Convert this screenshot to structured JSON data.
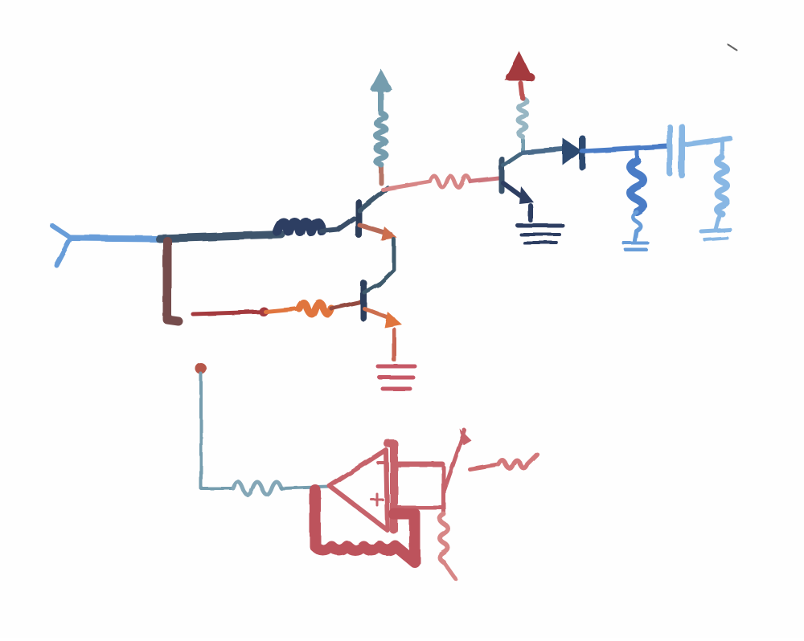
{
  "diagram": {
    "style": "watercolor schematic",
    "background": "#fefefe",
    "palette": {
      "light_blue": "#5b95d6",
      "steel_blue": "#6b95a8",
      "dark_navy": "#253a5e",
      "mid_blue": "#3a72c2",
      "pale_blue": "#7eb2e2",
      "salmon": "#d47b7b",
      "dark_red": "#9d2c2f",
      "orange": "#de6a2e",
      "rust": "#c9643f",
      "crimson": "#c2565f",
      "maroon": "#a83236"
    },
    "components": [
      {
        "name": "input-antenna",
        "kind": "antenna"
      },
      {
        "name": "inductor-base",
        "kind": "inductor"
      },
      {
        "name": "transistor-q1",
        "kind": "npn-transistor"
      },
      {
        "name": "transistor-q2",
        "kind": "npn-transistor"
      },
      {
        "name": "resistor-q2-base",
        "kind": "resistor"
      },
      {
        "name": "ground-q2",
        "kind": "ground"
      },
      {
        "name": "resistor-q1-collector",
        "kind": "resistor"
      },
      {
        "name": "supply-q1",
        "kind": "supply-arrow"
      },
      {
        "name": "resistor-coupling",
        "kind": "resistor"
      },
      {
        "name": "transistor-q3",
        "kind": "pnp-transistor"
      },
      {
        "name": "ground-q3",
        "kind": "ground"
      },
      {
        "name": "resistor-q3-collector",
        "kind": "resistor"
      },
      {
        "name": "supply-q3",
        "kind": "supply-arrow"
      },
      {
        "name": "diode-output",
        "kind": "diode"
      },
      {
        "name": "inductor-output",
        "kind": "inductor"
      },
      {
        "name": "capacitor-output",
        "kind": "capacitor"
      },
      {
        "name": "resistor-output",
        "kind": "resistor"
      },
      {
        "name": "ground-output",
        "kind": "ground"
      },
      {
        "name": "resistor-opamp-input",
        "kind": "resistor"
      },
      {
        "name": "opamp",
        "kind": "op-amp"
      },
      {
        "name": "resistor-feedback",
        "kind": "resistor"
      },
      {
        "name": "resistor-opamp-output",
        "kind": "resistor"
      }
    ]
  }
}
